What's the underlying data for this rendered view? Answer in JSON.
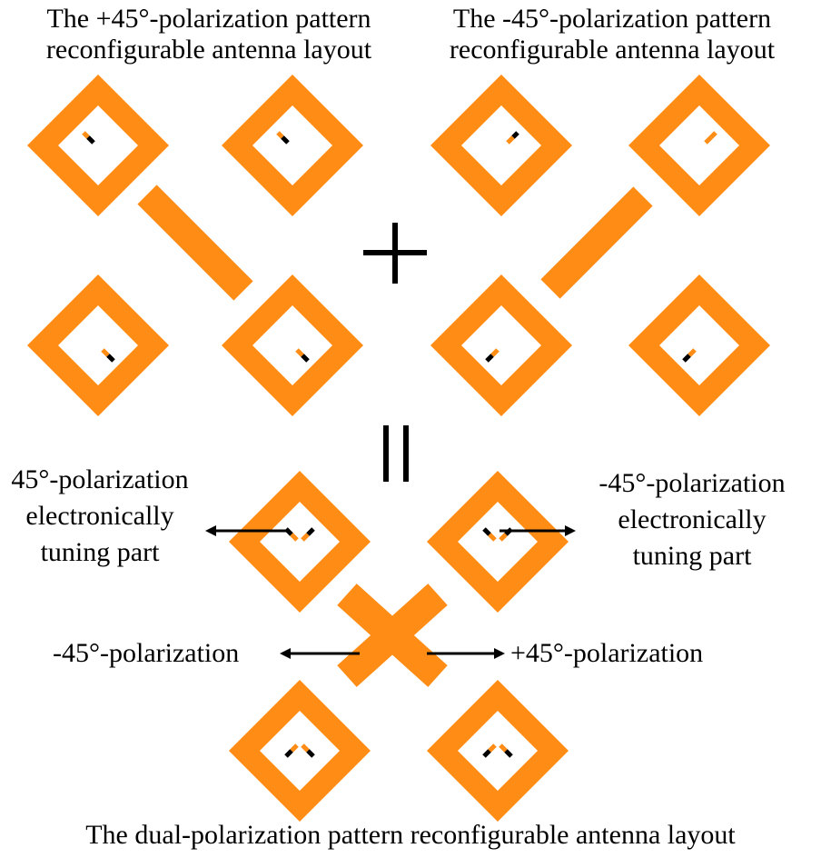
{
  "colors": {
    "patch": "#ff8c14",
    "ink": "#000000",
    "background": "#ffffff"
  },
  "top_left_caption": [
    "The +45°-polarization pattern",
    "reconfigurable antenna layout"
  ],
  "top_right_caption": [
    "The -45°-polarization pattern",
    "reconfigurable antenna layout"
  ],
  "plus_symbol": "+",
  "equals_symbol": "||",
  "left_tuning_label": [
    "45°-polarization",
    "electronically",
    "tuning part"
  ],
  "right_tuning_label": [
    "-45°-polarization",
    "electronically",
    "tuning part"
  ],
  "left_pol_label": "-45°-polarization",
  "right_pol_label": "+45°-polarization",
  "bottom_caption": "The dual-polarization pattern reconfigurable antenna layout"
}
